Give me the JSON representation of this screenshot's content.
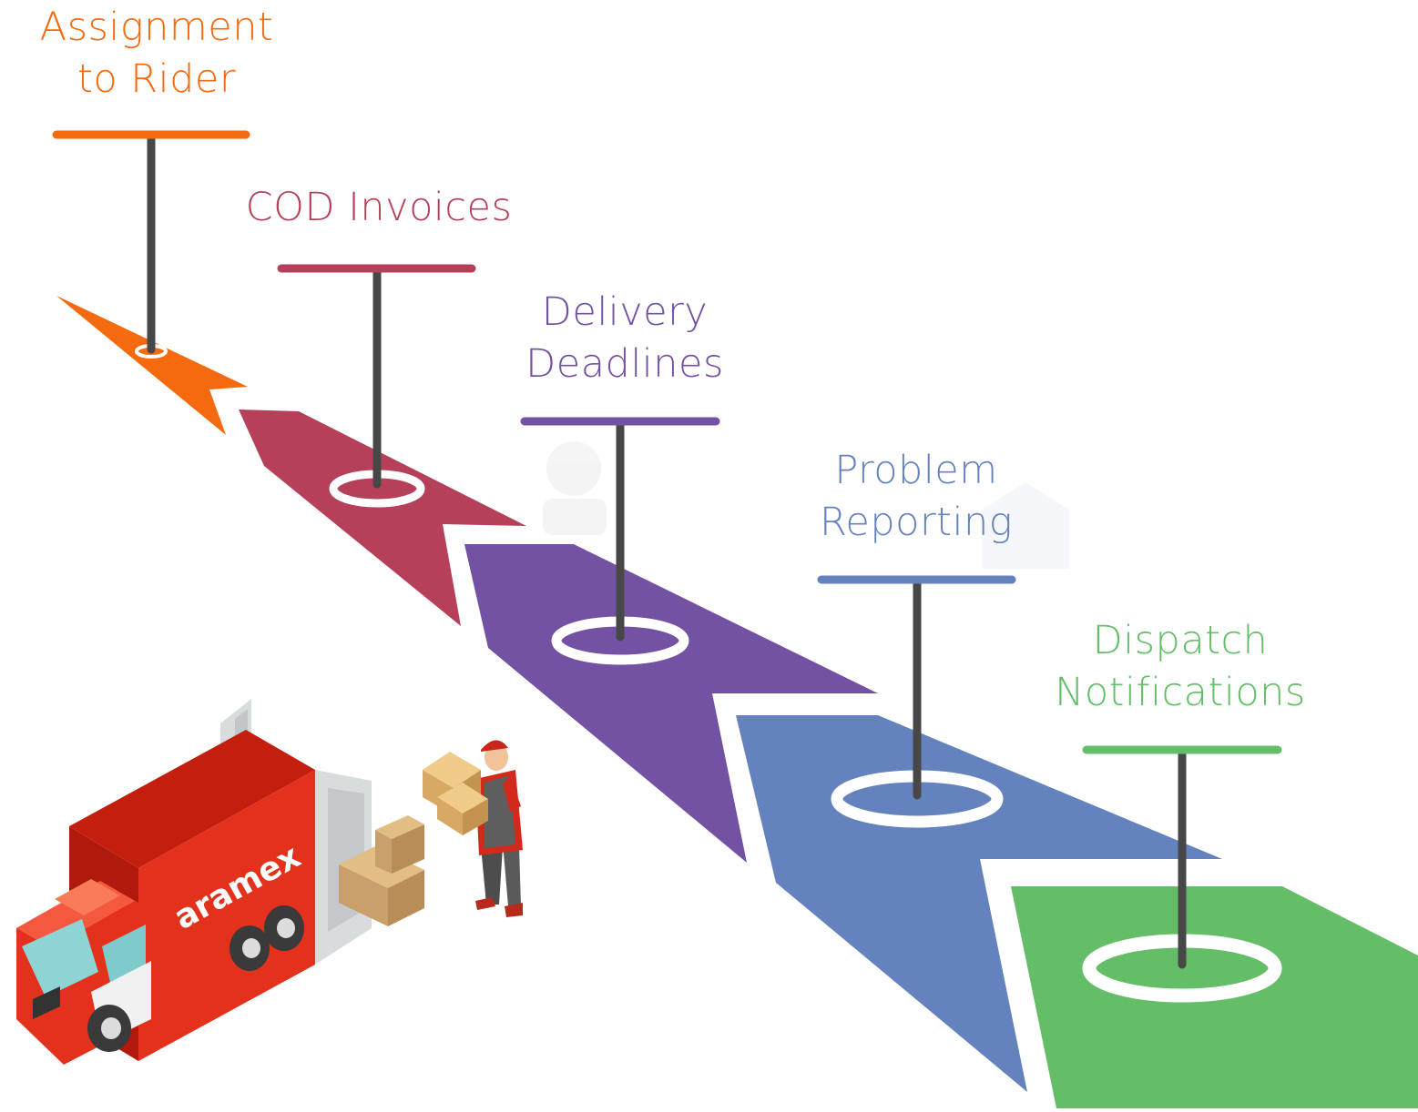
{
  "steps": [
    {
      "id": "assignment",
      "line1": "Assignment",
      "line2": "to Rider",
      "color": "#F56A0F"
    },
    {
      "id": "cod",
      "line1": "COD Invoices",
      "line2": "",
      "color": "#B6405A"
    },
    {
      "id": "delivery",
      "line1": "Delivery",
      "line2": "Deadlines",
      "color": "#7452A3"
    },
    {
      "id": "problem",
      "line1": "Problem",
      "line2": "Reporting",
      "color": "#6482BD"
    },
    {
      "id": "dispatch",
      "line1": "Dispatch",
      "line2": "Notifications",
      "color": "#63BE67"
    }
  ],
  "truck": {
    "brand": "aramex",
    "body_color": "#E8341C",
    "cargo_color": "#C9A06B"
  },
  "pole_color": "#474747"
}
